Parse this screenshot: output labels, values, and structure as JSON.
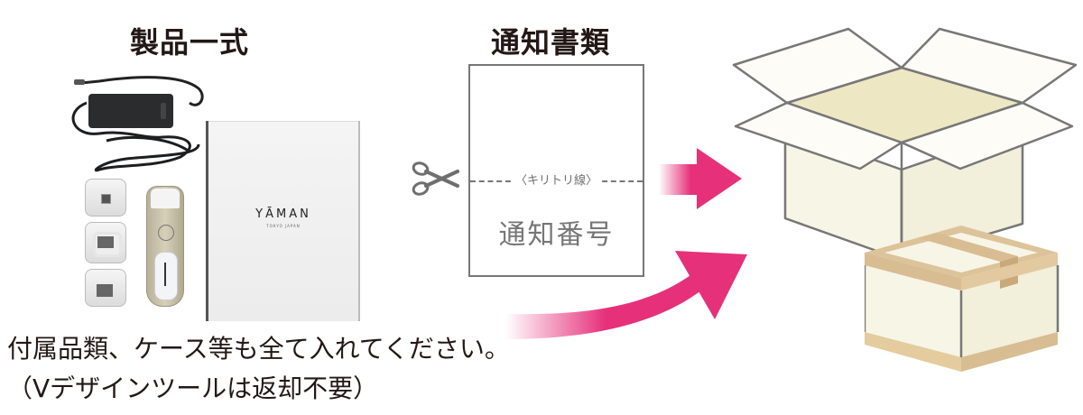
{
  "sections": {
    "products": {
      "title": "製品一式",
      "items": [
        {
          "name": "ac-adapter"
        },
        {
          "name": "head-attachment-1"
        },
        {
          "name": "head-attachment-2"
        },
        {
          "name": "head-attachment-3"
        },
        {
          "name": "main-device"
        },
        {
          "name": "product-box",
          "brand": "YĀMAN",
          "sub": "TOKYO JAPAN"
        }
      ]
    },
    "documents": {
      "title": "通知書類",
      "cut_line_label": "〈キリトリ線〉",
      "notice_number_label": "通知番号",
      "icon": "scissors-icon"
    },
    "instructions": {
      "line1": "付属品類、ケース等も全て入れてください。",
      "line2": "（Vデザインツールは返却不要）"
    },
    "destination": {
      "icons": [
        "open-cardboard-box-icon",
        "sealed-cardboard-box-icon"
      ]
    }
  },
  "colors": {
    "arrow": "#e6317a",
    "text": "#231815",
    "doc_border": "#777777",
    "box_fill": "#f7f5e6",
    "box_inner": "#ede7c3",
    "tape": "#dcc39a",
    "tape_dark": "#c9a97a"
  }
}
